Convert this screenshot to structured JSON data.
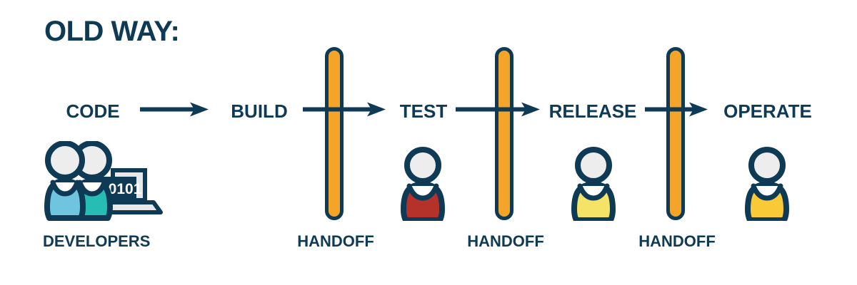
{
  "title": "OLD WAY:",
  "colors": {
    "navy": "#0E3A56",
    "orange": "#F5A42A",
    "head_gray": "#EDEDED",
    "dev_blue": "#6FC5E0",
    "dev_teal": "#25BDB4",
    "test_red": "#B5322B",
    "release_yellow": "#F4E366",
    "operate_yellow": "#F9C938",
    "laptop_light": "#E8E8E8",
    "background": "#FFFFFF"
  },
  "pipeline": {
    "stages": [
      {
        "label": "CODE"
      },
      {
        "label": "BUILD"
      },
      {
        "label": "TEST"
      },
      {
        "label": "RELEASE"
      },
      {
        "label": "OPERATE"
      }
    ],
    "arrows": [
      {
        "name": "arrow-code-to-build"
      },
      {
        "name": "arrow-build-to-test"
      },
      {
        "name": "arrow-test-to-release"
      },
      {
        "name": "arrow-release-to-operate"
      }
    ],
    "barriers": [
      {
        "label": "HANDOFF"
      },
      {
        "label": "HANDOFF"
      },
      {
        "label": "HANDOFF"
      }
    ]
  },
  "actors": {
    "developers": {
      "caption": "DEVELOPERS",
      "screen_text": "10101",
      "person_count": 2
    },
    "tester": {
      "body_color": "test_red"
    },
    "releaser": {
      "body_color": "release_yellow"
    },
    "operator": {
      "body_color": "operate_yellow"
    }
  }
}
